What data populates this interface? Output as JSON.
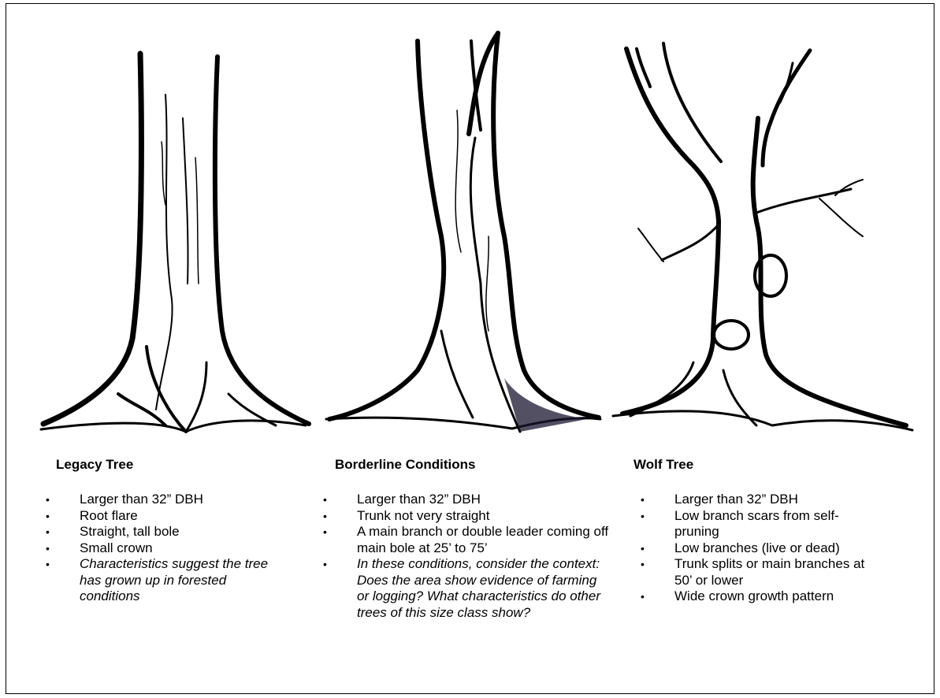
{
  "columns": [
    {
      "title": "Legacy Tree",
      "bullets": [
        {
          "text": "Larger than 32” DBH",
          "italic": false
        },
        {
          "text": "Root flare",
          "italic": false
        },
        {
          "text": "Straight, tall bole",
          "italic": false
        },
        {
          "text": "Small crown",
          "italic": false
        },
        {
          "text": "Characteristics suggest the tree has grown up in forested conditions",
          "italic": true
        }
      ]
    },
    {
      "title": "Borderline Conditions",
      "bullets": [
        {
          "text": "Larger than 32” DBH",
          "italic": false
        },
        {
          "text": "Trunk not very straight",
          "italic": false
        },
        {
          "text": "A main branch or double leader coming off main bole at 25’ to 75’",
          "italic": false
        },
        {
          "text": "In these conditions, consider the context: Does the area show evidence of farming or logging? What characteristics do other trees of this size class show?",
          "italic": true
        }
      ]
    },
    {
      "title": "Wolf Tree",
      "bullets": [
        {
          "text": "Larger than 32” DBH",
          "italic": false
        },
        {
          "text": "Low branch scars from self-pruning",
          "italic": false
        },
        {
          "text": "Low branches (live or dead)",
          "italic": false
        },
        {
          "text": "Trunk splits or main branches at 50’ or lower",
          "italic": false
        },
        {
          "text": "Wide crown growth pattern",
          "italic": false
        }
      ]
    }
  ],
  "bullet_glyph": "•",
  "colors": {
    "ink": "#000000",
    "shadow": "#1a1530"
  }
}
